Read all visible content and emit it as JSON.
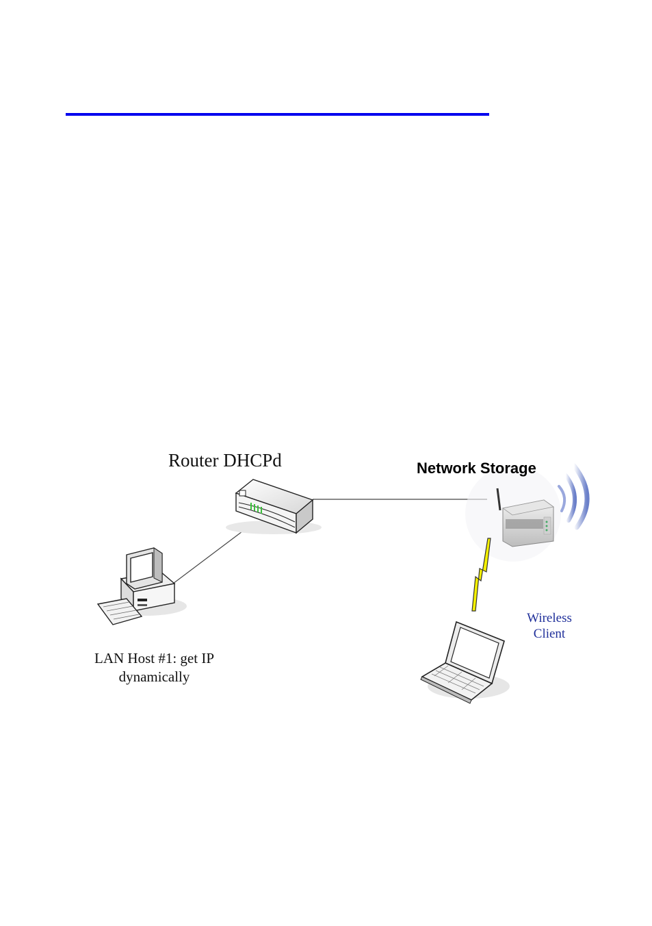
{
  "header": {
    "rule_color": "#0000ee"
  },
  "diagram": {
    "router_label": "Router DHCPd",
    "storage_label": "Network Storage",
    "wireless_client_label_line1": "Wireless",
    "wireless_client_label_line2": "Client",
    "lan_host_label_line1": "LAN Host #1: get IP",
    "lan_host_label_line2": "dynamically",
    "wireless_text_color": "#1f2f9a",
    "lightning_color": "#f4f000"
  }
}
